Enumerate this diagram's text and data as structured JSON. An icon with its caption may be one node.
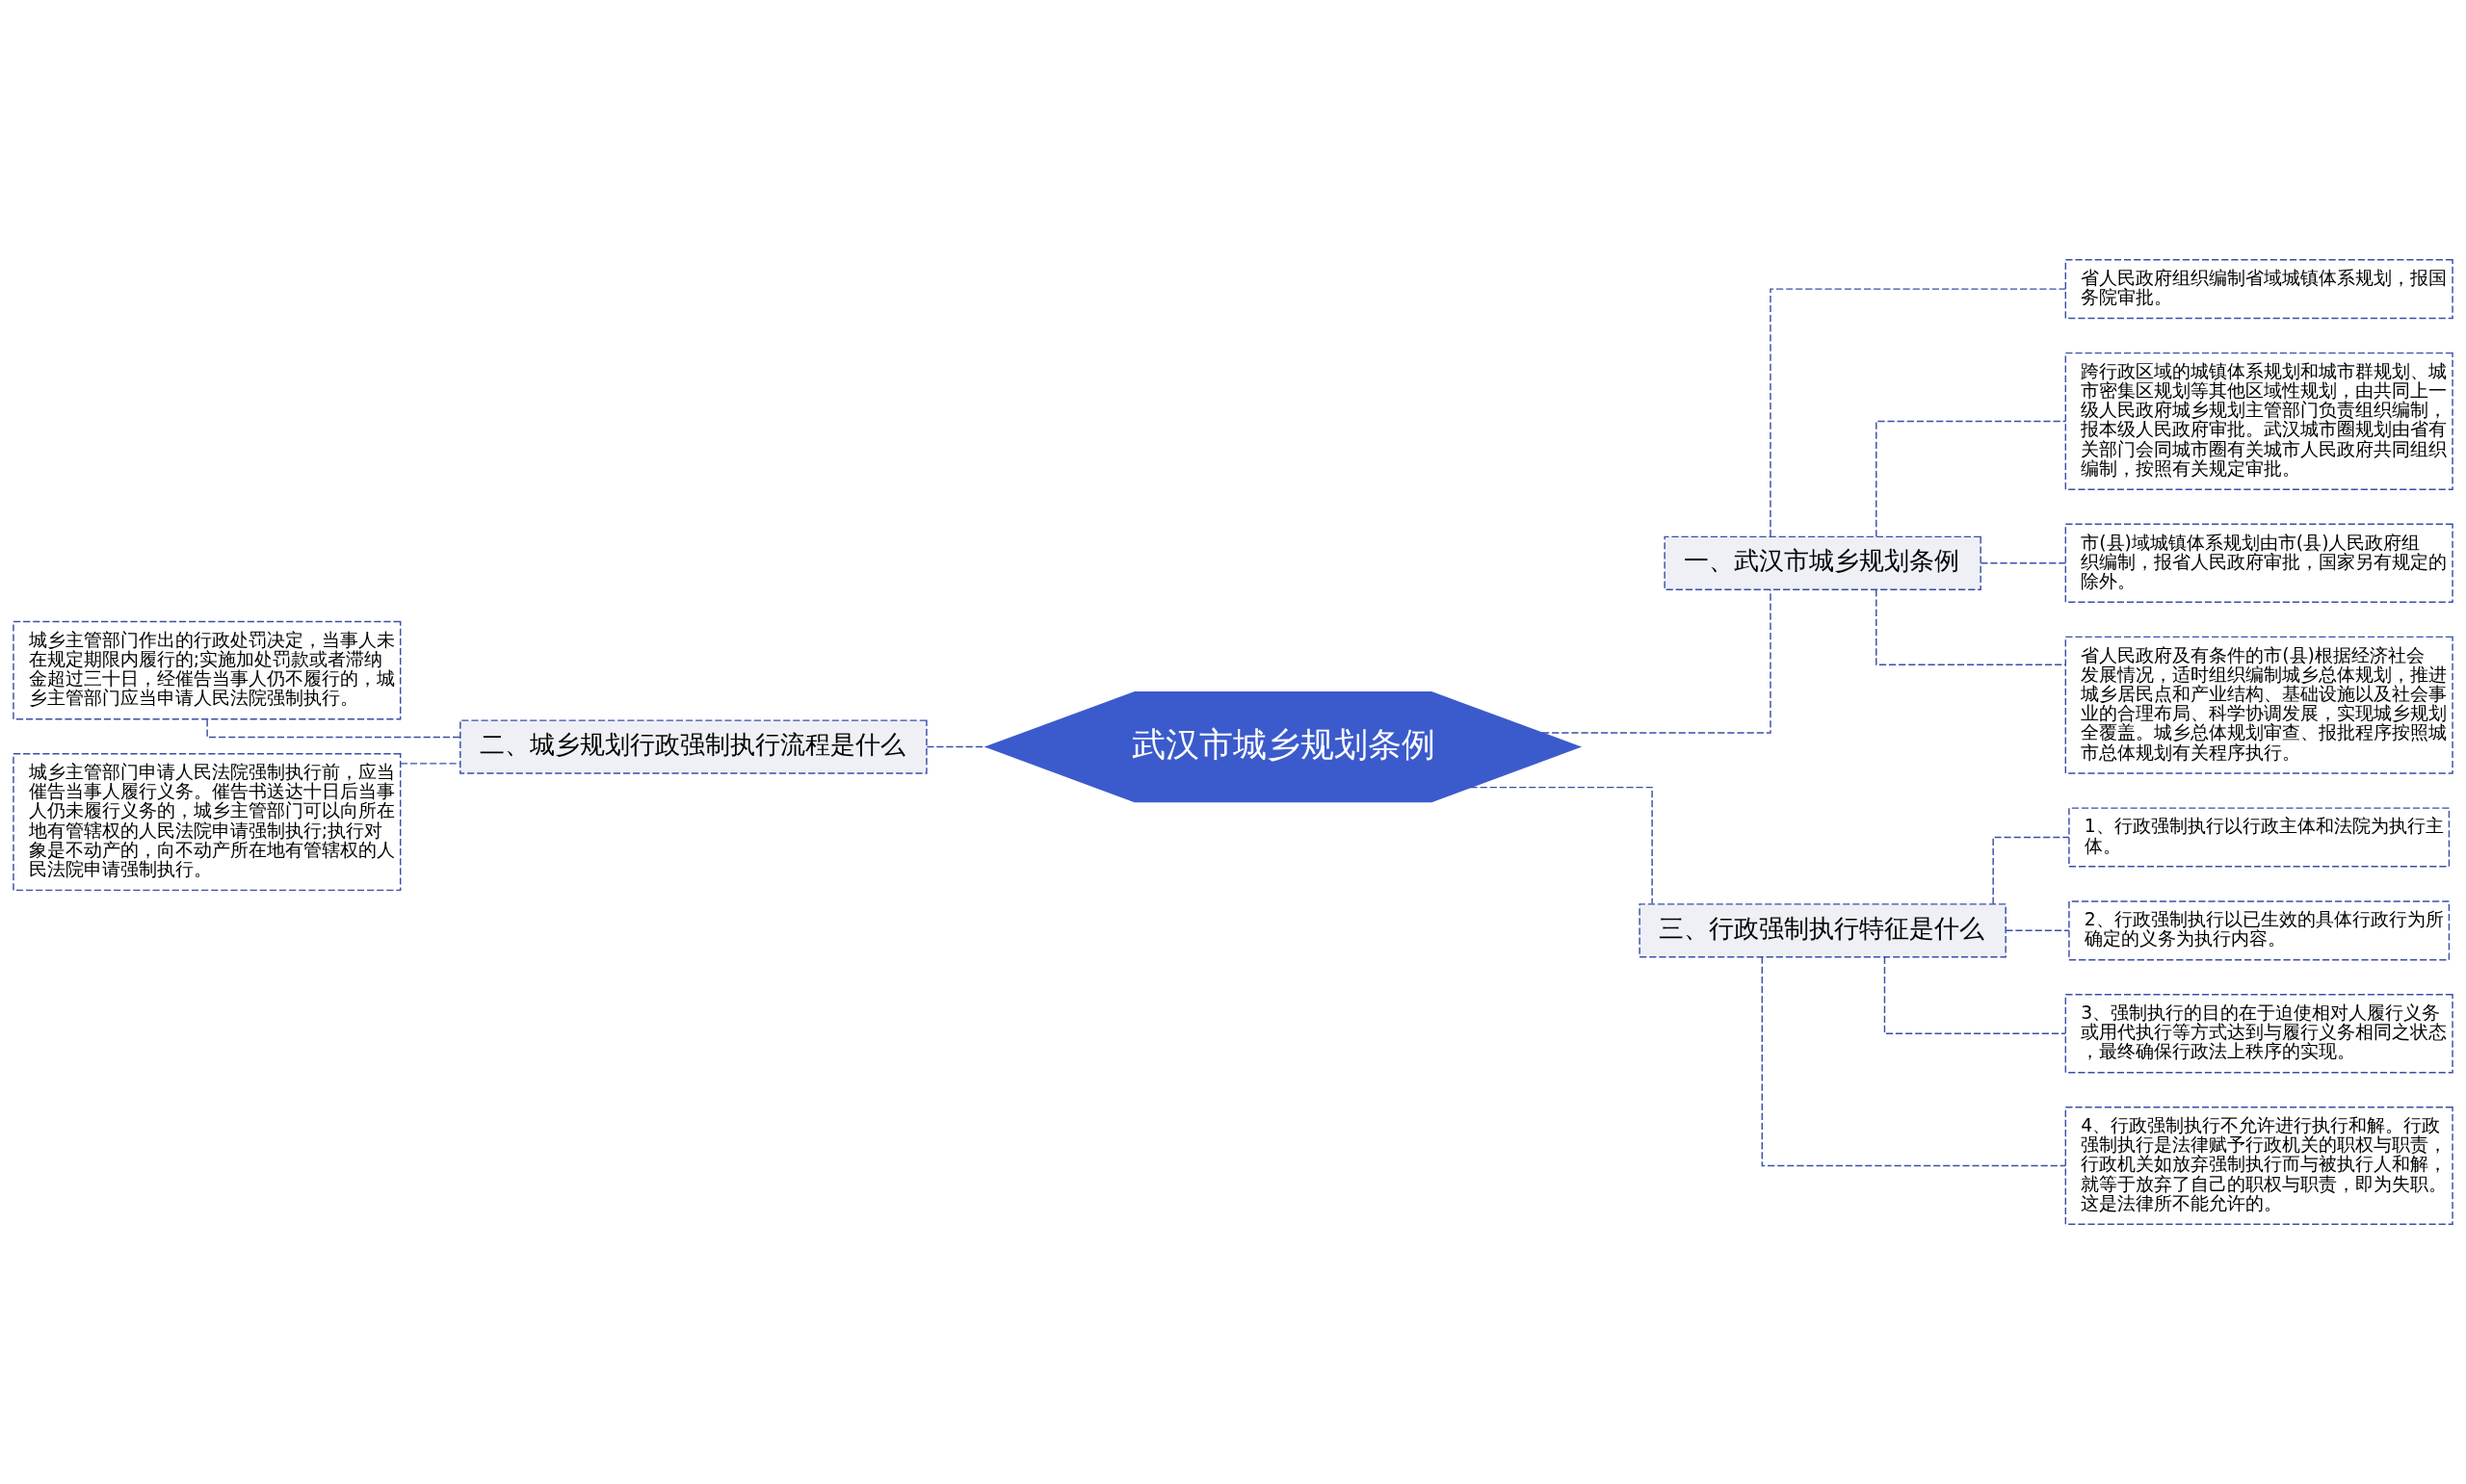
{
  "diagram": {
    "nodes": [
      {
        "text": [
          "武汉市城乡规划条例"
        ]
      },
      {
        "text": [
          "二、城乡规划行政强制执行流程是什么"
        ]
      },
      {
        "text": [
          "城乡主管部门作出的行政处罚决定，当事人未在规定期限内履行的;实施加处罚款或者滞纳金超过三十日，经催告当事人仍不履行的，城乡主管部门应当申请人民法院强制执行。"
        ]
      },
      {
        "text": [
          "城乡主管部门申请人民法院强制执行前，应当催告当事人履行义务。催告书送达十日后当事人仍未履行义务的，城乡主管部门可以向所在地有管辖权的人民法院申请强制执行;执行对象是不动产的，向不动产所在地有管辖权的人民法院申请强制执行。"
        ]
      },
      {
        "text": [
          "一、武汉市城乡规划条例"
        ]
      },
      {
        "text": [
          "省人民政府组织编制省域城镇体系规划，报国务院审批。"
        ]
      },
      {
        "text": [
          "跨行政区域的城镇体系规划和城市群规划、城市密集区规划等其他区域性规划，由共同上一级人民政府城乡规划主管部门负责组织编制，报本级人民政府审批。武汉城市圈规划由省有关部门会同城市圈有关城市人民政府共同组织编制，按照有关规定审批。"
        ]
      },
      {
        "text": [
          "市(县)域城镇体系规划由市(县)人民政府组织编制，报省人民政府审批，国家另有规定的除外。"
        ]
      },
      {
        "text": [
          "省人民政府及有条件的市(县)根据经济社会发展情况，适时组织编制城乡总体规划，推进城乡居民点和产业结构、基础设施以及社会事业的合理布局、科学协调发展，实现城乡规划全覆盖。城乡总体规划审查、报批程序按照城市总体规划有关程序执行。"
        ]
      },
      {
        "text": [
          "三、行政强制执行特征是什么"
        ]
      },
      {
        "text": [
          "1、行政强制执行以行政主体和法院为执行主体。"
        ]
      },
      {
        "text": [
          "2、行政强制执行以已生效的具体行政行为所确定的义务为执行内容。"
        ]
      },
      {
        "text": [
          "3、强制执行的目的在于迫使相对人履行义务或用代执行等方式达到与履行义务相同之状态，最终确保行政法上秩序的实现。"
        ]
      },
      {
        "text": [
          "4、行政强制执行不允许进行执行和解。行政强制执行是法律赋予行政机关的职权与职责，行政机关如放弃强制执行而与被执行人和解，就等于放弃了自己的职权与职责，即为失职。这是法律所不能允许的。"
        ]
      }
    ],
    "edges": [
      {
        "from": 0,
        "to": 1,
        "arrow": "none",
        "style": "dashed"
      },
      {
        "from": 1,
        "to": 2,
        "arrow": "none",
        "style": "dashed"
      },
      {
        "from": 1,
        "to": 3,
        "arrow": "none",
        "style": "dashed"
      },
      {
        "from": 0,
        "to": 4,
        "arrow": "none",
        "style": "dashed"
      },
      {
        "from": 4,
        "to": 5,
        "arrow": "none",
        "style": "dashed"
      },
      {
        "from": 4,
        "to": 6,
        "arrow": "none",
        "style": "dashed"
      },
      {
        "from": 4,
        "to": 7,
        "arrow": "none",
        "style": "dashed"
      },
      {
        "from": 4,
        "to": 8,
        "arrow": "none",
        "style": "dashed"
      },
      {
        "from": 0,
        "to": 9,
        "arrow": "none",
        "style": "dashed"
      },
      {
        "from": 9,
        "to": 10,
        "arrow": "none",
        "style": "dashed"
      },
      {
        "from": 9,
        "to": 11,
        "arrow": "none",
        "style": "dashed"
      },
      {
        "from": 9,
        "to": 12,
        "arrow": "none",
        "style": "dashed"
      },
      {
        "from": 9,
        "to": 13,
        "arrow": "none",
        "style": "dashed"
      }
    ]
  }
}
